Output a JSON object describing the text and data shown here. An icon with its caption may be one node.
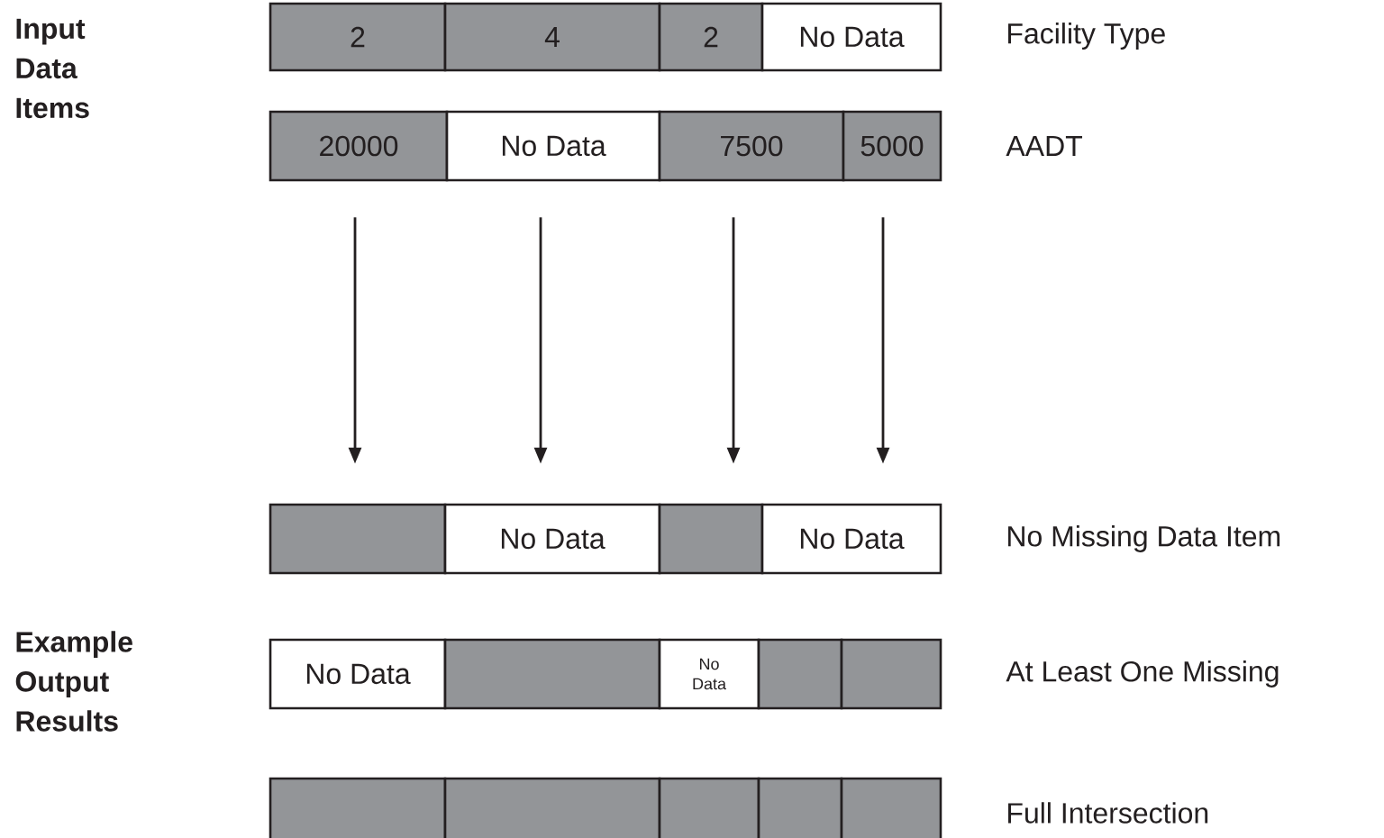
{
  "diagram": {
    "nodes": [
      {
        "text": [
          "2"
        ]
      },
      {
        "text": [
          "4"
        ]
      },
      {
        "text": [
          "2"
        ]
      },
      {
        "text": [
          "No Data"
        ]
      },
      {
        "text": [
          "20000"
        ]
      },
      {
        "text": [
          "No Data"
        ]
      },
      {
        "text": [
          "7500"
        ]
      },
      {
        "text": [
          "5000"
        ]
      },
      {
        "text": [],
        "shape": "box"
      },
      {
        "text": [
          "No Data"
        ]
      },
      {
        "text": [],
        "shape": "box"
      },
      {
        "text": [
          "No Data"
        ]
      },
      {
        "text": [
          "No Data"
        ]
      },
      {
        "text": [],
        "shape": "box"
      },
      {
        "text": [
          "No Data"
        ]
      },
      {
        "text": [],
        "shape": "box"
      },
      {
        "text": [],
        "shape": "box"
      },
      {
        "text": [],
        "shape": "box"
      },
      {
        "text": [],
        "shape": "box"
      },
      {
        "text": [],
        "shape": "box"
      },
      {
        "text": [],
        "shape": "box"
      },
      {
        "text": [],
        "shape": "box"
      }
    ],
    "edges": [
      {
        "from": 4,
        "to": 8,
        "arrow": "to"
      },
      {
        "from": 5,
        "to": 9,
        "arrow": "to"
      },
      {
        "from": 6,
        "to": 10,
        "arrow": "to"
      },
      {
        "from": 7,
        "to": 11,
        "arrow": "to"
      }
    ],
    "labels": [
      "Input Data Items",
      "Facility Type",
      "AADT",
      "No Missing Data Item",
      "Example Output Results",
      "At Least One Missing",
      "Full Intersection"
    ]
  }
}
